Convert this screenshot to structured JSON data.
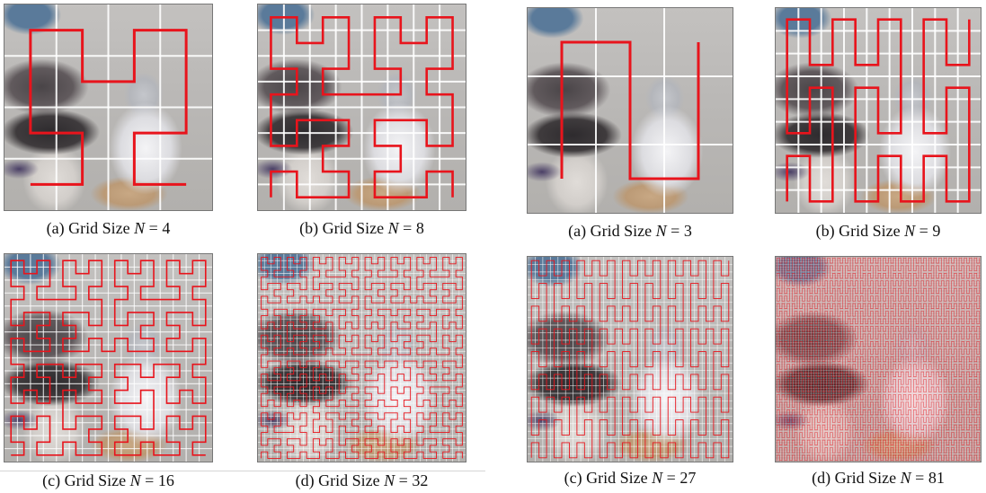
{
  "groups": [
    {
      "curve": "hilbert",
      "panels": [
        {
          "tag": "(a)",
          "label": "Grid Size",
          "symbol": "N",
          "eq": "=",
          "value": "4",
          "grid_n": 4
        },
        {
          "tag": "(b)",
          "label": "Grid Size",
          "symbol": "N",
          "eq": "=",
          "value": "8",
          "grid_n": 8
        },
        {
          "tag": "(c)",
          "label": "Grid Size",
          "symbol": "N",
          "eq": "=",
          "value": "16",
          "grid_n": 16
        },
        {
          "tag": "(d)",
          "label": "Grid Size",
          "symbol": "N",
          "eq": "=",
          "value": "32",
          "grid_n": 32
        }
      ]
    },
    {
      "curve": "peano",
      "panels": [
        {
          "tag": "(a)",
          "label": "Grid Size",
          "symbol": "N",
          "eq": "=",
          "value": "3",
          "grid_n": 3
        },
        {
          "tag": "(b)",
          "label": "Grid Size",
          "symbol": "N",
          "eq": "=",
          "value": "9",
          "grid_n": 9
        },
        {
          "tag": "(c)",
          "label": "Grid Size",
          "symbol": "N",
          "eq": "=",
          "value": "27",
          "grid_n": 27
        },
        {
          "tag": "(d)",
          "label": "Grid Size",
          "symbol": "N",
          "eq": "=",
          "value": "81",
          "grid_n": 81
        }
      ]
    }
  ],
  "colors": {
    "curve": "#e8141c",
    "grid": "#ffffff"
  }
}
